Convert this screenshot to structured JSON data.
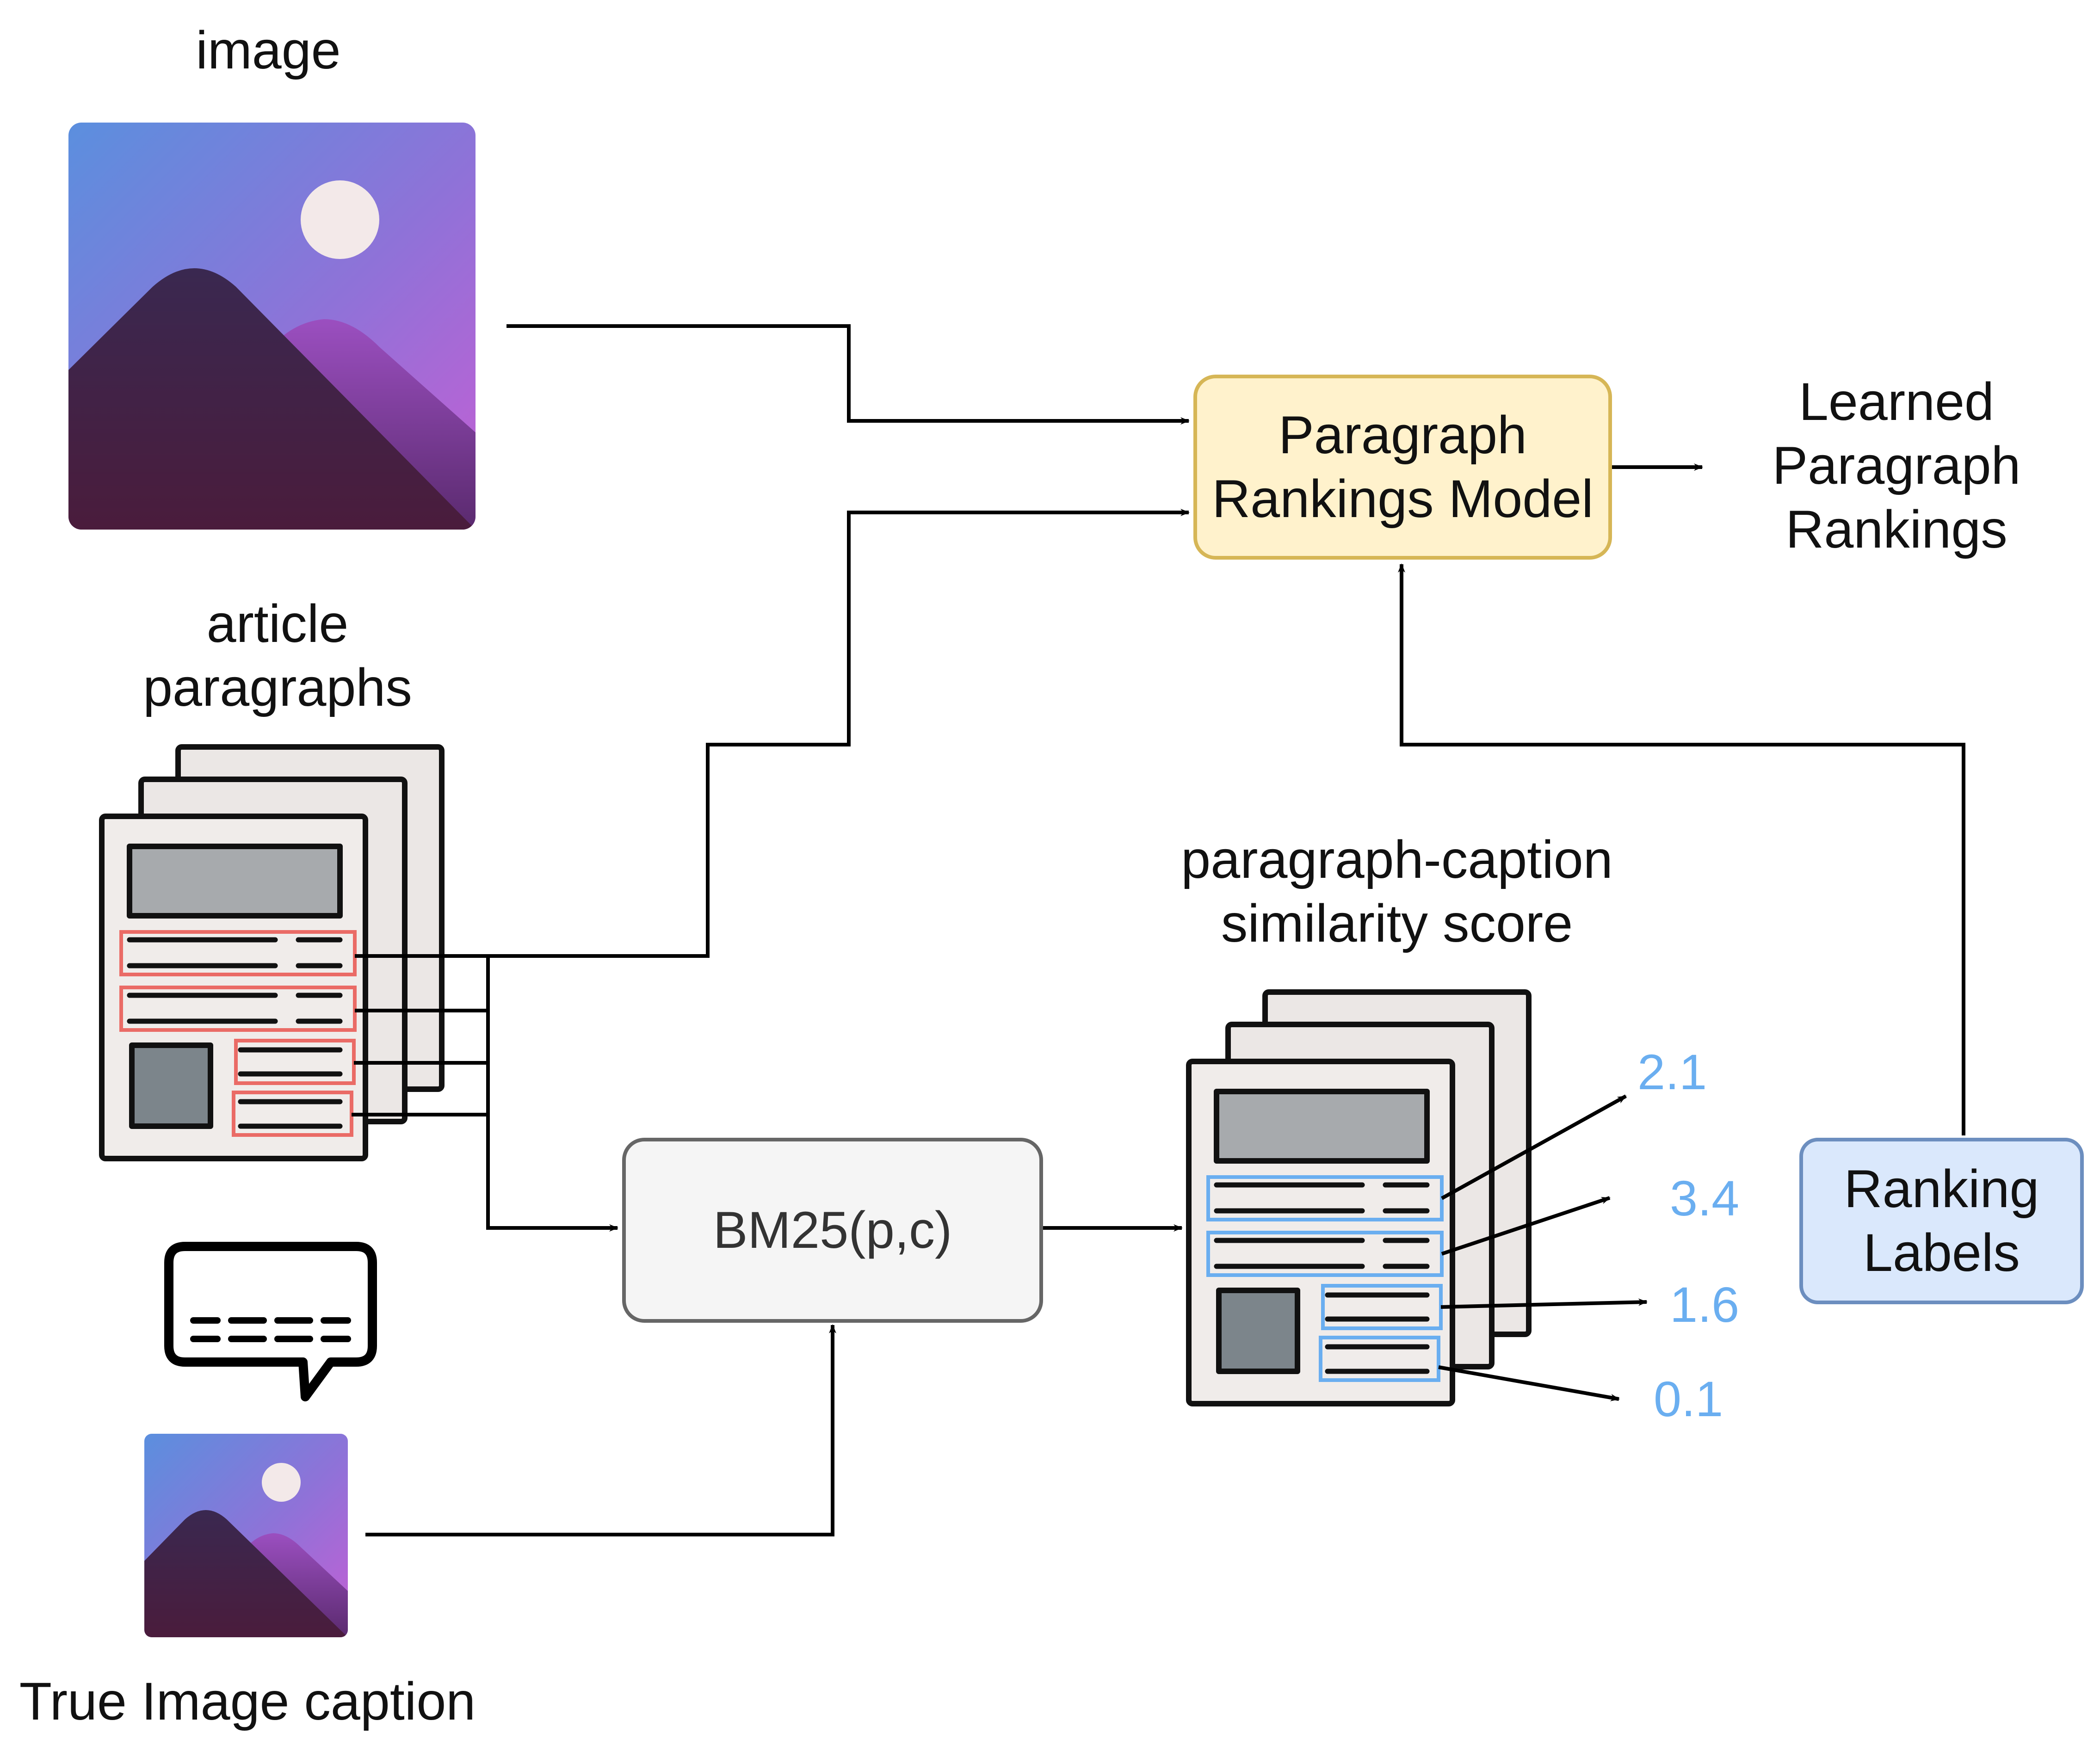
{
  "labels": {
    "image": "image",
    "article_paragraphs": "article\nparagraphs",
    "true_caption": "True Image caption",
    "similarity_title": "paragraph-caption\nsimilarity score",
    "learned_rankings": "Learned\nParagraph\nRankings"
  },
  "boxes": {
    "model": "Paragraph\nRankings Model",
    "bm25": "BM25(p,c)",
    "ranking_labels": "Ranking\nLabels"
  },
  "scores": [
    "2.1",
    "3.4",
    "1.6",
    "0.1"
  ],
  "colors": {
    "model_fill": "#fff2cc",
    "model_border": "#d6b656",
    "bm25_fill": "#f5f5f5",
    "bm25_border": "#666666",
    "labels_fill": "#dae8fc",
    "labels_border": "#6c8ebf",
    "score_text": "#6aaef0",
    "highlight_red": "#ea6b66",
    "highlight_blue": "#6aaef0",
    "page_fill": "#f0ecea",
    "image_sky_top": "#5b8ddc",
    "image_sky_bottom": "#b55cd6",
    "mountain_dark": "#3b2449"
  },
  "icons": [
    "image-icon",
    "article-pages-icon",
    "speech-bubble-icon",
    "caption-image-icon",
    "scored-pages-icon"
  ]
}
